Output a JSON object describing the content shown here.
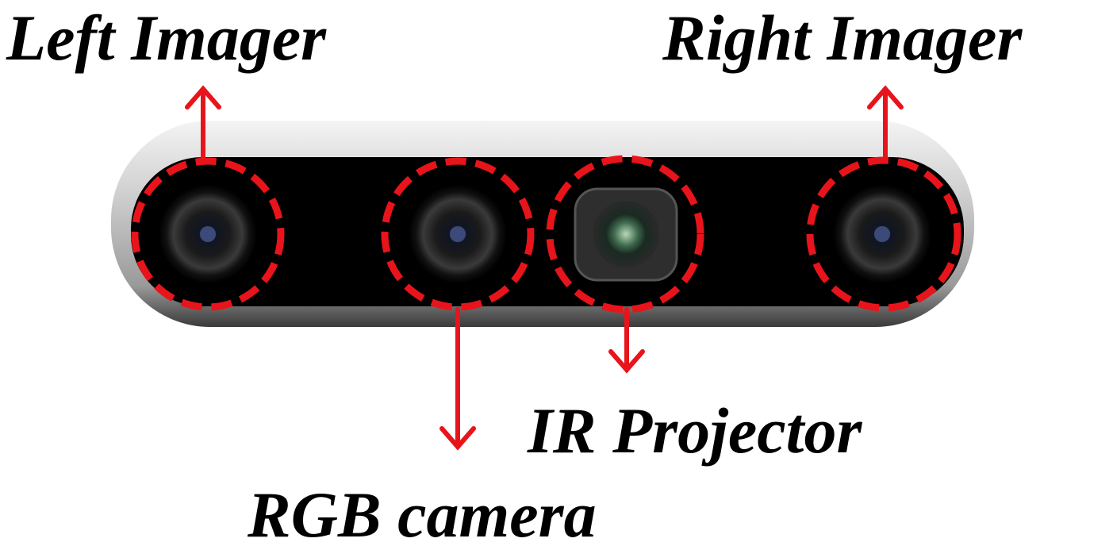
{
  "labels": {
    "left_imager": "Left Imager",
    "right_imager": "Right Imager",
    "ir_projector": "IR Projector",
    "rgb_camera": "RGB camera"
  },
  "colors": {
    "highlight": "#e8141b",
    "body_front": "#000000",
    "body_frame": "#c8c8c8"
  }
}
